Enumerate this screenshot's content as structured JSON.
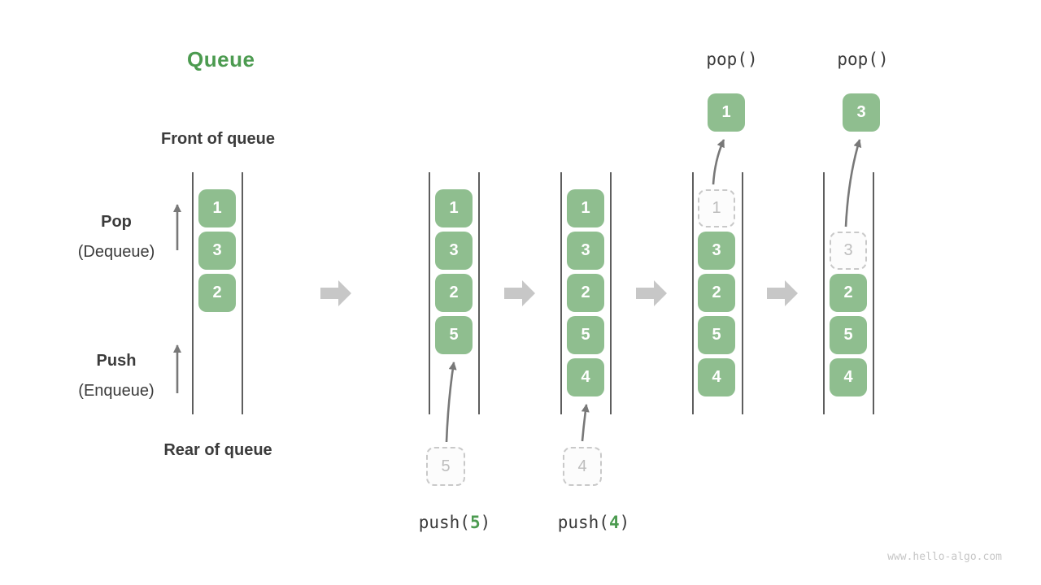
{
  "title": "Queue",
  "watermark": "www.hello-algo.com",
  "colors": {
    "box_green": "#8FBE8F",
    "accent_green": "#4C9B50",
    "dark_text": "#3B3B3B",
    "ghost_border": "#C9C9C9",
    "ghost_text": "#BDBDBD",
    "block_arrow": "#C7C7C7",
    "thin_arrow": "#787878",
    "wall_line": "#5E5E5E",
    "watermark_text": "#C6C6C6"
  },
  "labels": {
    "front_of_queue": "Front of queue",
    "rear_of_queue": "Rear of queue",
    "pop": "Pop",
    "pop_sub": "(Dequeue)",
    "push": "Push",
    "push_sub": "(Enqueue)"
  },
  "operations": {
    "pop_call_1": "pop()",
    "pop_call_2": "pop()",
    "push5": {
      "prefix": "push(",
      "arg": "5",
      "suffix": ")"
    },
    "push4": {
      "prefix": "push(",
      "arg": "4",
      "suffix": ")"
    }
  },
  "states": [
    {
      "name": "initial",
      "cells": [
        "1",
        "3",
        "2"
      ]
    },
    {
      "name": "after-push-5",
      "cells": [
        "1",
        "3",
        "2",
        "5"
      ],
      "staged": "5"
    },
    {
      "name": "after-push-4",
      "cells": [
        "1",
        "3",
        "2",
        "5",
        "4"
      ],
      "staged": "4"
    },
    {
      "name": "after-pop-1",
      "ghost": "1",
      "cells": [
        "3",
        "2",
        "5",
        "4"
      ],
      "popped": "1"
    },
    {
      "name": "after-pop-3",
      "ghost": "3",
      "cells": [
        "2",
        "5",
        "4"
      ],
      "popped": "3"
    }
  ]
}
